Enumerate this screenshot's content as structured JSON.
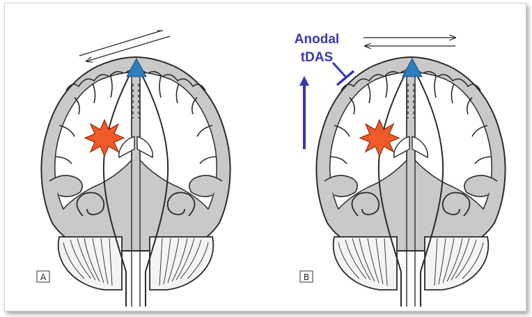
{
  "panels": [
    {
      "id": "A",
      "label": "A",
      "has_stimulation": false
    },
    {
      "id": "B",
      "label": "B",
      "has_stimulation": true
    }
  ],
  "stimulation": {
    "line1": "Anodal",
    "line2": "tDAS",
    "color": "#3a36b0"
  },
  "colors": {
    "brain_outline": "#2a2a2a",
    "brain_fill": "#c9c9c9",
    "white_matter": "#ffffff",
    "lesion": "#f05a28",
    "lesion_outline": "#8a2a0c",
    "pyramid": "#2b7fc0",
    "frame_border": "#cfcfcf"
  },
  "icons": [
    "lesion-starburst-icon",
    "pyramid-neuron-icon",
    "interhemispheric-arrows-icon",
    "inhibition-tbar-icon",
    "upward-arrow-icon"
  ]
}
